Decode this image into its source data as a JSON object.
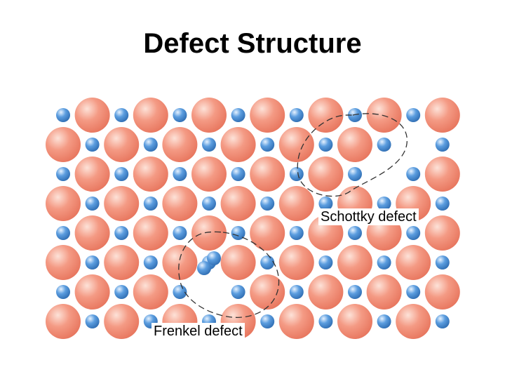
{
  "title": "Defect Structure",
  "labels": {
    "schottky": "Schottky defect",
    "frenkel": "Frenkel defect"
  },
  "colors": {
    "large_ion": "#f08a72",
    "large_ion_highlight": "#fbd6c8",
    "small_ion": "#4a8ed4",
    "small_ion_highlight": "#d8eaff",
    "outline": "#333333"
  },
  "lattice": {
    "rows": 8,
    "cols": 14,
    "vacancies": [
      [
        2,
        11
      ],
      [
        1,
        12
      ],
      [
        6,
        5
      ]
    ],
    "interstitials": 2
  }
}
